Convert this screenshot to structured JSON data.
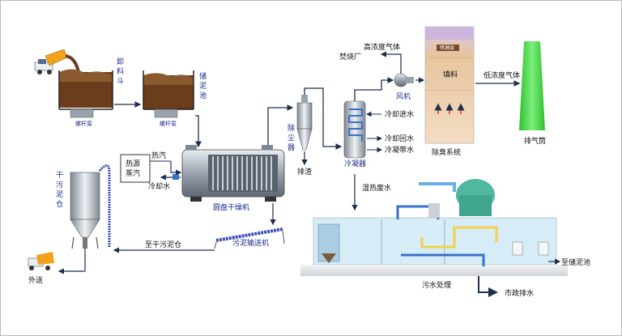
{
  "labels": {
    "unload_hopper": "卸料斗",
    "storage_bin": "储泥池",
    "screw_pump_1": "螺杆泵",
    "screw_pump_2": "螺杆泵",
    "heat_steam_box": "热源蒸汽",
    "hot_steam": "热汽",
    "cooling_water_left": "冷却水",
    "disc_dryer": "圆盘干燥机",
    "dust_collector": "除尘器",
    "slag_discharge": "排渣",
    "condenser": "冷凝器",
    "cooling_water_in": "冷却进水",
    "cooling_water_return": "冷却回水",
    "condensate_water": "冷凝带水",
    "high_conc_gas": "高浓度气体",
    "incineration_plant": "焚烧厂",
    "fan": "风机",
    "packing_top": "喷淋层",
    "packing": "填料",
    "deodorization_system": "除臭系统",
    "low_conc_gas": "低浓度气体",
    "exhaust_stack": "排气筒",
    "dry_sludge_silo": "干污泥仓",
    "sludge_conveyor": "污泥输送机",
    "to_dry_sludge_silo": "至干污泥仓",
    "outbound": "外送",
    "wet_waste_water": "湿热废水",
    "wastewater_treatment": "污水处理",
    "to_sludge_tank": "至储泥池",
    "municipal_drain": "市政排水"
  },
  "colors": {
    "pipe": "#1f2f4f",
    "water_pipe": "#3a72c8",
    "sludge": "#6b3d1c",
    "tank_water": "#d6ecf7",
    "stack_green": "#4fd24f",
    "tower_bg": "#e8cdb0"
  }
}
